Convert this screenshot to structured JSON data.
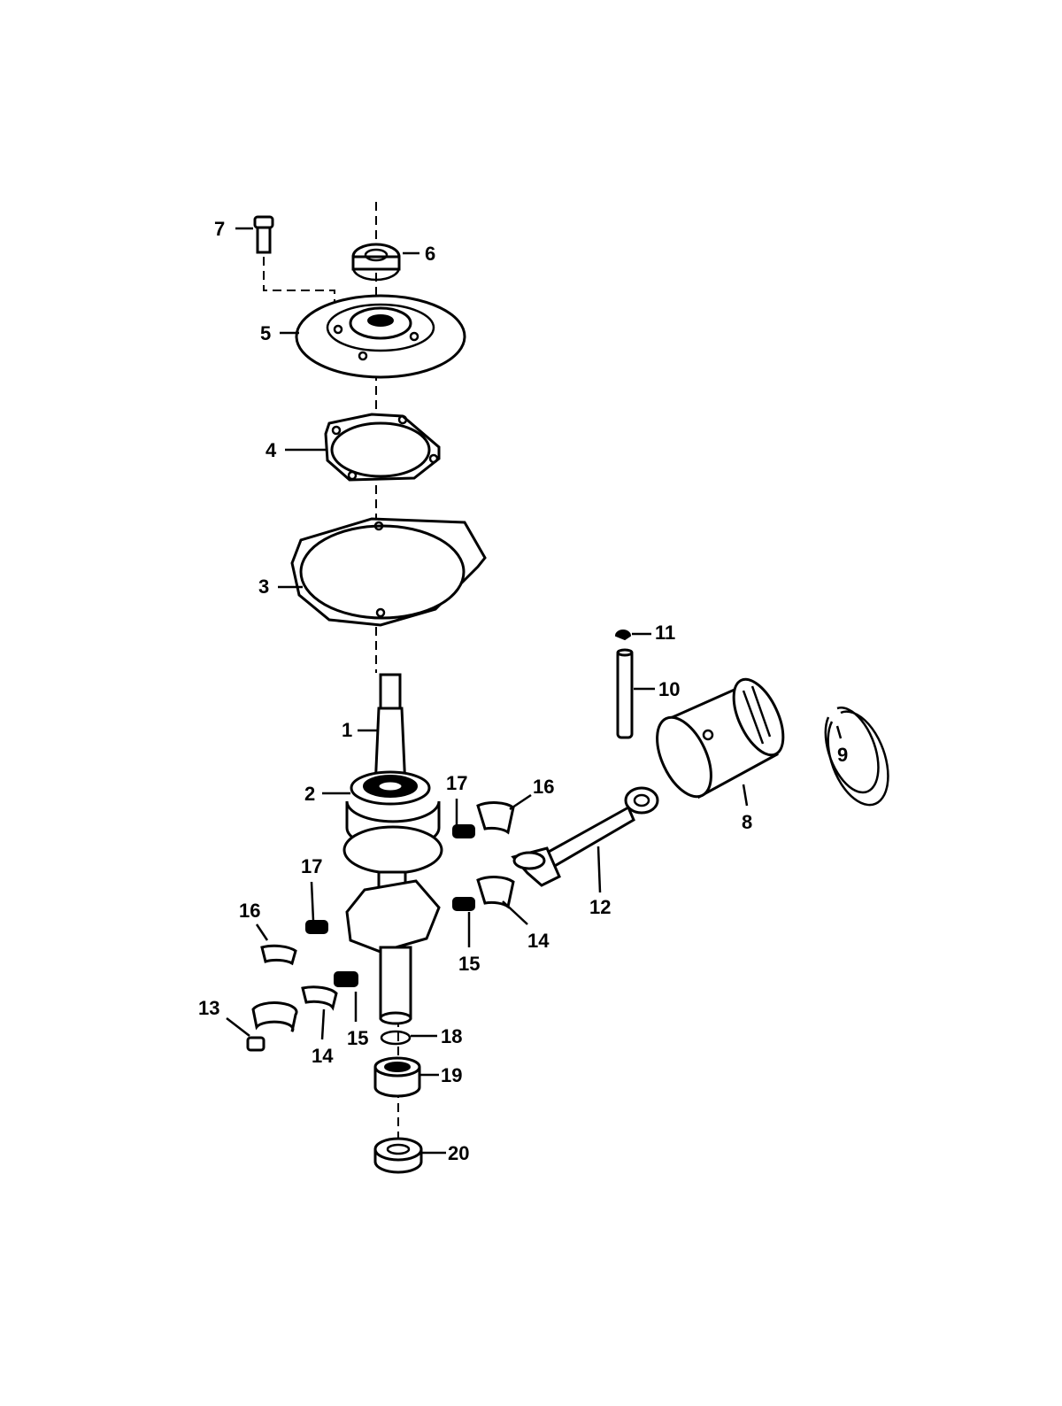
{
  "callouts": [
    "1",
    "2",
    "3",
    "4",
    "5",
    "6",
    "7",
    "8",
    "9",
    "10",
    "11",
    "12",
    "13",
    "14",
    "15",
    "16",
    "17",
    "18",
    "19",
    "20"
  ],
  "parts": {
    "crankshaft": "1",
    "upper_bearing": "2",
    "gasket_large": "3",
    "gasket_small": "4",
    "end_cap": "5",
    "top_seal": "6",
    "cap_screw": "7",
    "piston": "8",
    "piston_ring": "9",
    "wrist_pin": "10",
    "pin_lock": "11",
    "connecting_rod": "12",
    "rod_cap_screw": "13",
    "bearing_half_14": "14",
    "roller_cage_15": "15",
    "bearing_half_16": "16",
    "roller_cage_17": "17",
    "washer": "18",
    "lower_bearing": "19",
    "lower_seal": "20"
  }
}
